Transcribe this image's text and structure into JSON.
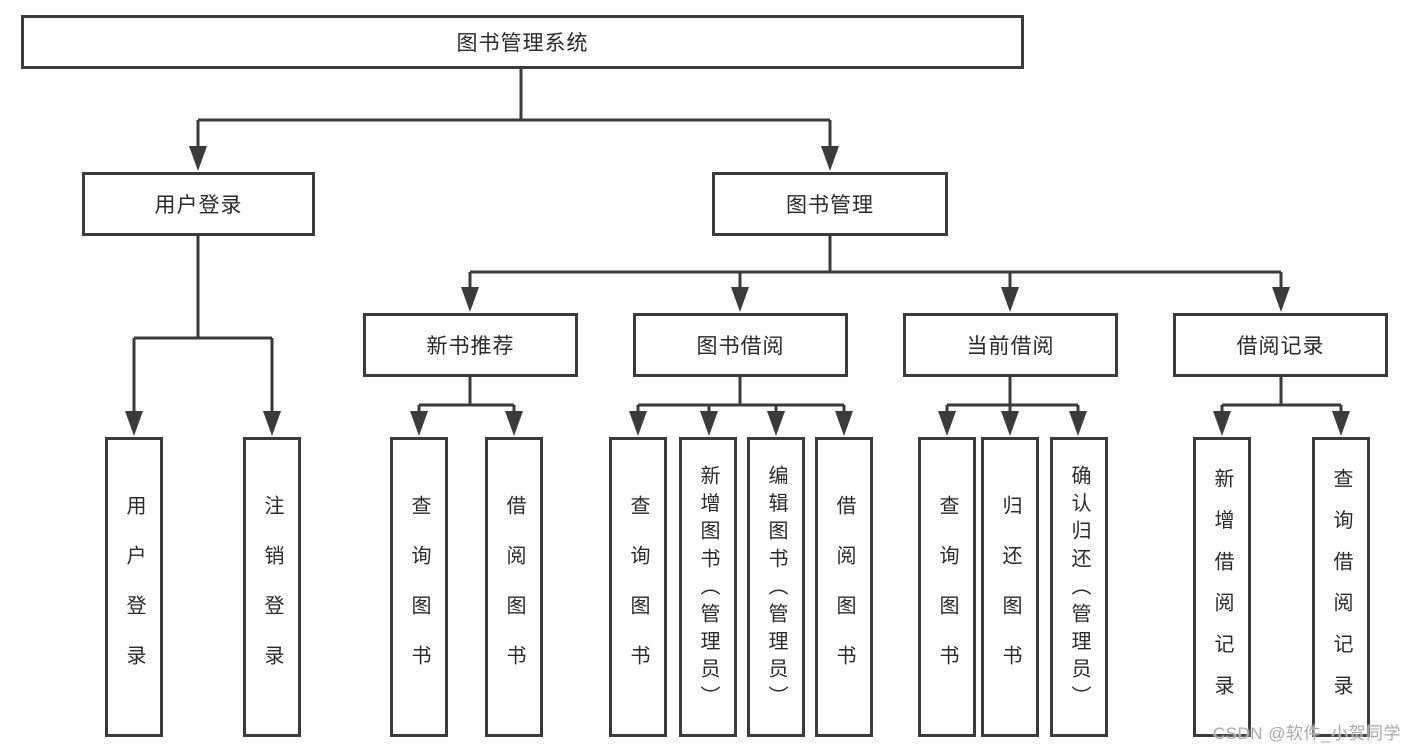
{
  "watermark": "CSDN @软件_小贺同学",
  "diagram": {
    "type": "hierarchy-tree",
    "line_color": "#3b3b3b",
    "box_background": "#ffffff",
    "text_color": "#2a2a2a"
  },
  "tree": {
    "label": "图书管理系统",
    "children": [
      {
        "label": "用户登录",
        "children": [
          {
            "label": "用户登录"
          },
          {
            "label": "注销登录"
          }
        ]
      },
      {
        "label": "图书管理",
        "children": [
          {
            "label": "新书推荐",
            "children": [
              {
                "label": "查询图书"
              },
              {
                "label": "借阅图书"
              }
            ]
          },
          {
            "label": "图书借阅",
            "children": [
              {
                "label": "查询图书"
              },
              {
                "label": "新增图书（管理员）"
              },
              {
                "label": "编辑图书（管理员）"
              },
              {
                "label": "借阅图书"
              }
            ]
          },
          {
            "label": "当前借阅",
            "children": [
              {
                "label": "查询图书"
              },
              {
                "label": "归还图书"
              },
              {
                "label": "确认归还（管理员）"
              }
            ]
          },
          {
            "label": "借阅记录",
            "children": [
              {
                "label": "新增借阅记录"
              },
              {
                "label": "查询借阅记录"
              }
            ]
          }
        ]
      }
    ]
  }
}
